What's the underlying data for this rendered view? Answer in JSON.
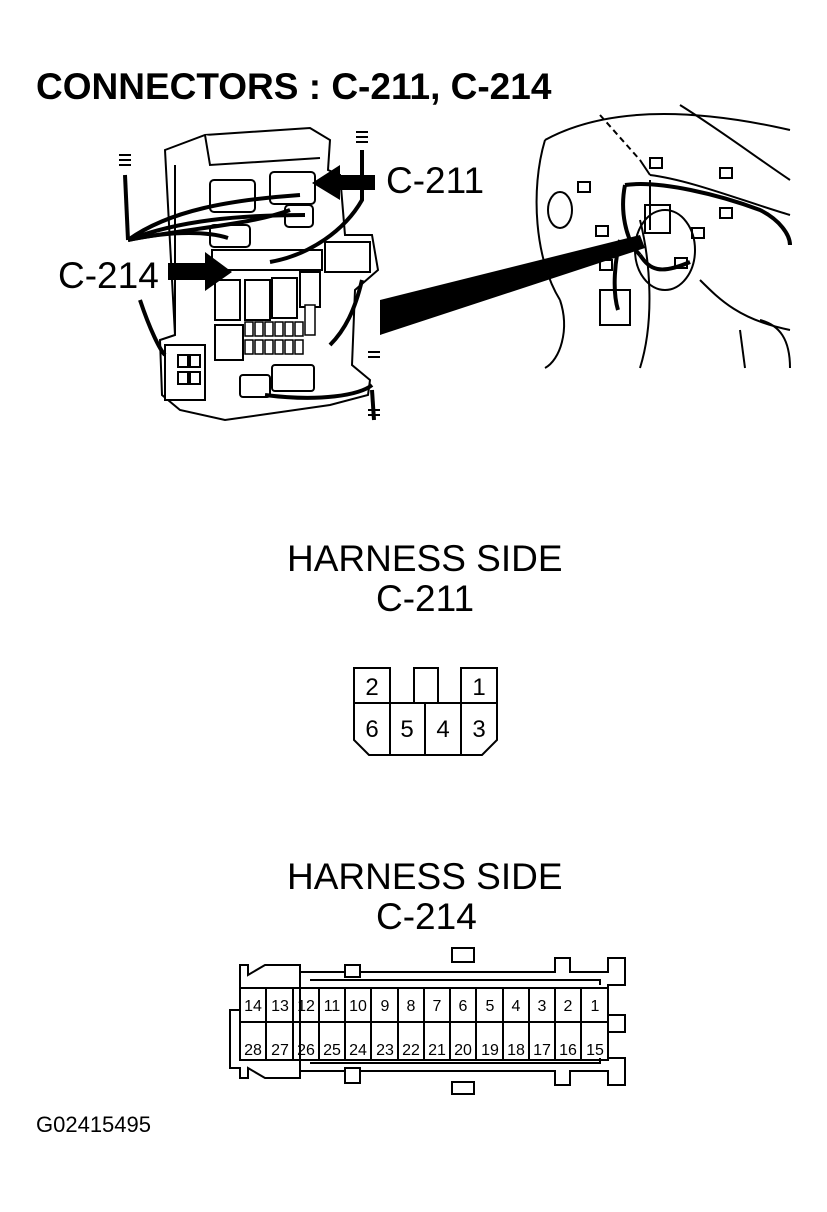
{
  "title": "CONNECTORS : C-211, C-214",
  "callouts": {
    "c211": "C-211",
    "c214": "C-214"
  },
  "connector_c211": {
    "side_label": "HARNESS SIDE",
    "name": "C-211",
    "top_pins": [
      "2",
      "1"
    ],
    "bottom_pins": [
      "6",
      "5",
      "4",
      "3"
    ]
  },
  "connector_c214": {
    "side_label": "HARNESS SIDE",
    "name": "C-214",
    "top_pins": [
      "14",
      "13",
      "12",
      "11",
      "10",
      "9",
      "8",
      "7",
      "6",
      "5",
      "4",
      "3",
      "2",
      "1"
    ],
    "bottom_pins": [
      "28",
      "27",
      "26",
      "25",
      "24",
      "23",
      "22",
      "21",
      "20",
      "19",
      "18",
      "17",
      "16",
      "15"
    ]
  },
  "figure_id": "G02415495"
}
